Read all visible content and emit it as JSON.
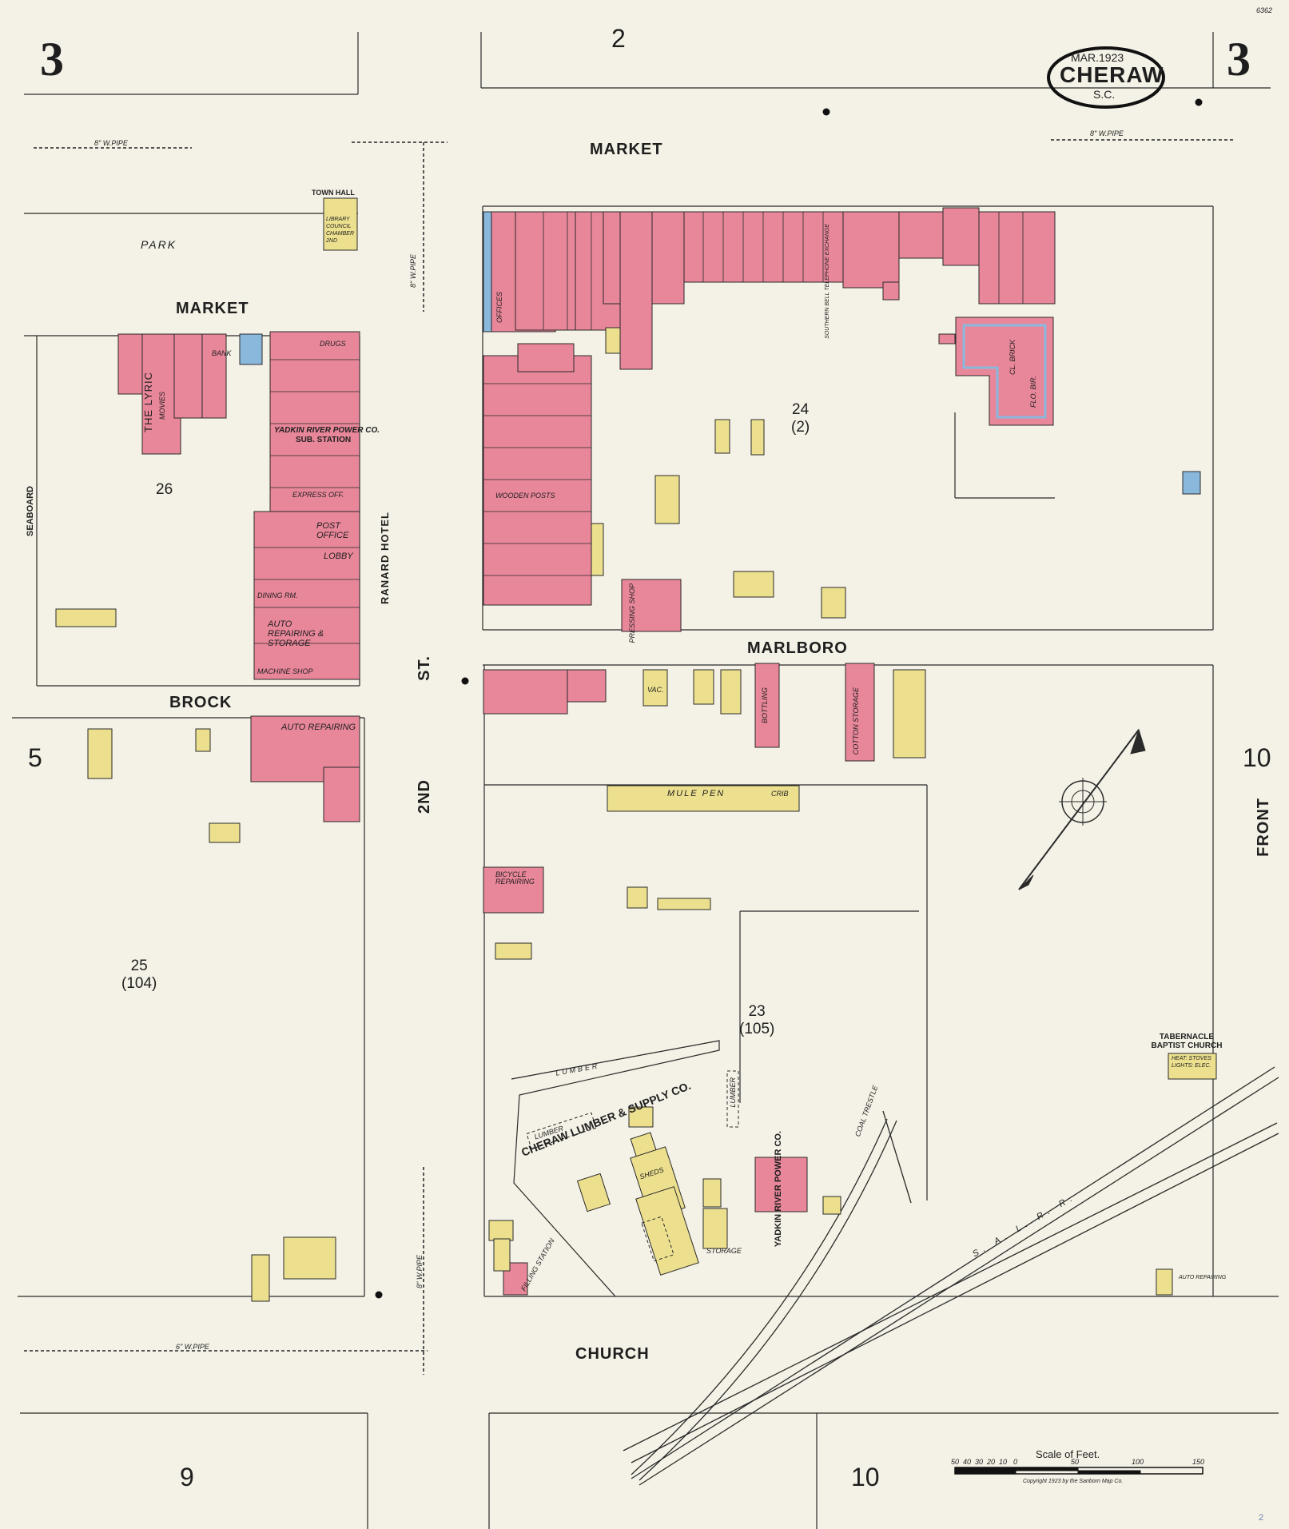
{
  "sheet": {
    "number_left": "3",
    "number_right": "3",
    "corner_code": "6362",
    "footer_mark": "2"
  },
  "cartouche": {
    "date": "MAR.1923",
    "town": "CHERAW",
    "state": "S.C."
  },
  "adjoining_sheets": {
    "top": "2",
    "left": "5",
    "right": "10",
    "bottom_left": "9",
    "bottom_right": "10"
  },
  "streets": {
    "market_top": "MARKET",
    "market_left": "MARKET",
    "marlboro": "MARLBORO",
    "brock": "BROCK",
    "church": "CHURCH",
    "park": "PARK",
    "second": "2ND",
    "second_st": "ST.",
    "front": "FRONT",
    "seaboard": "SEABOARD"
  },
  "pipes": {
    "market_left": "8\" W.PIPE",
    "market_right": "8\" W.PIPE",
    "second_top": "8\" W.PIPE",
    "church": "6\" W.PIPE",
    "second_bottom": "8\" W.PIPE"
  },
  "blocks": [
    {
      "id": "24",
      "sub": "(2)"
    },
    {
      "id": "26",
      "sub": ""
    },
    {
      "id": "25",
      "sub": "(104)"
    },
    {
      "id": "23",
      "sub": "(105)"
    }
  ],
  "labels": {
    "town_hall": "TOWN HALL",
    "library": "LIBRARY COUNCIL CHAMBER 2ND",
    "lyric": "THE LYRIC",
    "movies": "MOVIES",
    "bank": "BANK",
    "drugs": "DRUGS",
    "yadkin_sub": "YADKIN RIVER POWER CO.",
    "sub_station": "SUB. STATION",
    "express": "EXPRESS OFF.",
    "post_office": "POST OFFICE",
    "lobby": "LOBBY",
    "dining": "DINING RM.",
    "auto_repairing": "AUTO REPAIRING & STORAGE",
    "machine_shop": "MACHINE SHOP",
    "ranard_hotel": "RANARD HOTEL",
    "auto_repairing_2": "AUTO REPAIRING",
    "offices": "OFFICES",
    "wooden_posts": "WOODEN POSTS",
    "pressing_shop": "PRESSING SHOP",
    "mule_pen": "MULE PEN",
    "crib": "CRIB",
    "cotton_storage": "COTTON STORAGE",
    "bottling": "BOTTLING",
    "bicycle": "BICYCLE REPAIRING",
    "lumber_1": "LUMBER",
    "lumber_2": "LUMBER",
    "lumber_3": "LUMBER",
    "cheraw_lumber": "CHERAW LUMBER & SUPPLY CO.",
    "sheds": "SHEDS",
    "yadkin_2": "YADKIN RIVER POWER CO.",
    "storage": "STORAGE",
    "coal_trestle": "COAL TRESTLE",
    "filling_station": "FILLING STATION",
    "tabernacle": "TABERNACLE BAPTIST CHURCH",
    "tab_detail": "HEAT: STOVES LIGHTS: ELEC.",
    "salr": "S. A. L. R. R.",
    "auto_repairing_3": "AUTO REPAIRING",
    "flo_bir": "FLO. BIR.",
    "cl_brick": "CL. BRICK",
    "telephone": "SOUTHERN BELL TELEPHONE EXCHANGE",
    "vac": "VAC."
  },
  "scale": {
    "title": "Scale of Feet.",
    "ticks": [
      "50",
      "40",
      "30",
      "20",
      "10",
      "0",
      "50",
      "100",
      "150"
    ],
    "copyright": "Copyright 1923 by the Sanborn Map Co."
  },
  "colors": {
    "brick": "#e8879a",
    "frame": "#ece08f",
    "stone": "#8ab8dd",
    "paper": "#f4f1e6",
    "line": "#2a2a2a"
  }
}
